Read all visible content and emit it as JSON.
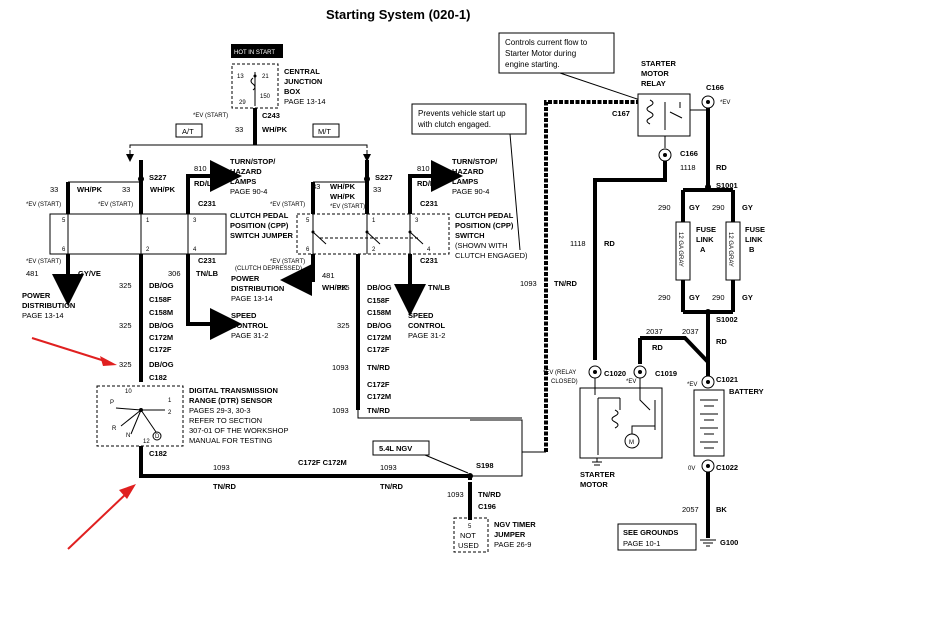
{
  "title": "Starting System (020-1)",
  "labels": {
    "hot_in_start": "HOT IN START",
    "central_junction_box": [
      "CENTRAL",
      "JUNCTION",
      "BOX",
      "PAGE 13-14"
    ],
    "cjb_pins": [
      "13",
      "21",
      "150",
      "29"
    ],
    "at": "A/T",
    "mt": "M/T",
    "c243": "C243",
    "wire_33": "33",
    "whpk": "WH/PK",
    "ev_start": "*EV (START)",
    "s227": "S227",
    "wire_810": "810",
    "rdlg": "RD/LG",
    "turn_hazard": [
      "TURN/STOP/",
      "HAZARD",
      "LAMPS",
      "PAGE 90-4"
    ],
    "c231": "C231",
    "clutch_jumper": [
      "CLUTCH PEDAL",
      "POSITION (CPP)",
      "SWITCH JUMPER"
    ],
    "clutch_switch": [
      "CLUTCH PEDAL",
      "POSITION (CPP)",
      "SWITCH",
      "(SHOWN WITH",
      "CLUTCH ENGAGED)"
    ],
    "wire_481": "481",
    "gyve": "GY/VE",
    "wire_325": "325",
    "dbog": "DB/OG",
    "wire_306": "306",
    "tnlb": "TN/LB",
    "power_dist": [
      "POWER",
      "DISTRIBUTION",
      "PAGE 13-14"
    ],
    "clutch_depressed": "(CLUTCH DEPRESSED)",
    "power_dist2": [
      "POWER",
      "DISTRIBUTION",
      "PAGE 13-14"
    ],
    "c158f": "C158F",
    "c158m": "C158M",
    "c172m": "C172M",
    "c172f": "C172F",
    "speed_control": [
      "SPEED",
      "CONTROL",
      "PAGE 31-2"
    ],
    "c182": "C182",
    "dtr_sensor": [
      "DIGITAL TRANSMISSION",
      "RANGE (DTR) SENSOR",
      "PAGES 29-3, 30-3",
      "REFER TO SECTION",
      "307-01 OF THE WORKSHOP",
      "MANUAL FOR TESTING"
    ],
    "wire_1093": "1093",
    "tnrd": "TN/RD",
    "c172f_c172m": "C172F  C172M",
    "ngv": "5.4L NGV",
    "s198": "S198",
    "c196": "C196",
    "not_used": [
      "5",
      "NOT",
      "USED"
    ],
    "ngv_timer": [
      "NGV TIMER",
      "JUMPER",
      "PAGE 26-9"
    ],
    "note_prevent": [
      "Prevents vehicle start up",
      "with clutch engaged."
    ],
    "note_controls": [
      "Controls current flow  to",
      "Starter Motor during",
      "engine starting."
    ],
    "starter_relay": [
      "STARTER",
      "MOTOR",
      "RELAY"
    ],
    "c167": "C167",
    "c166": "C166",
    "ev": "*EV",
    "wire_1118": "1118",
    "rd": "RD",
    "s1001": "S1001",
    "wire_290": "290",
    "gy": "GY",
    "fuse_link_a": [
      "FUSE",
      "LINK",
      "A"
    ],
    "fuse_link_b": [
      "FUSE",
      "LINK",
      "B"
    ],
    "fuse_gauge": "12 GA GRAY",
    "s1002": "S1002",
    "wire_2037": "2037",
    "c1020": "C1020",
    "c1019": "C1019",
    "c1021": "C1021",
    "ev_relay_closed": [
      "*EV (RELAY",
      "CLOSED)"
    ],
    "starter_motor": [
      "STARTER",
      "MOTOR"
    ],
    "battery": "BATTERY",
    "c1022": "C1022",
    "ov": "0V",
    "wire_2057": "2057",
    "bk": "BK",
    "see_grounds": [
      "SEE GROUNDS",
      "PAGE 10-1"
    ],
    "g100": "G100",
    "dtr_pins": [
      "P",
      "R",
      "N",
      "D",
      "1",
      "2",
      "10",
      "12"
    ],
    "m": "M",
    "pins": [
      "5",
      "1",
      "3",
      "6",
      "2",
      "4"
    ]
  },
  "colors": {
    "wire": "#000000",
    "arrow": "#e02020",
    "bg": "#ffffff"
  }
}
